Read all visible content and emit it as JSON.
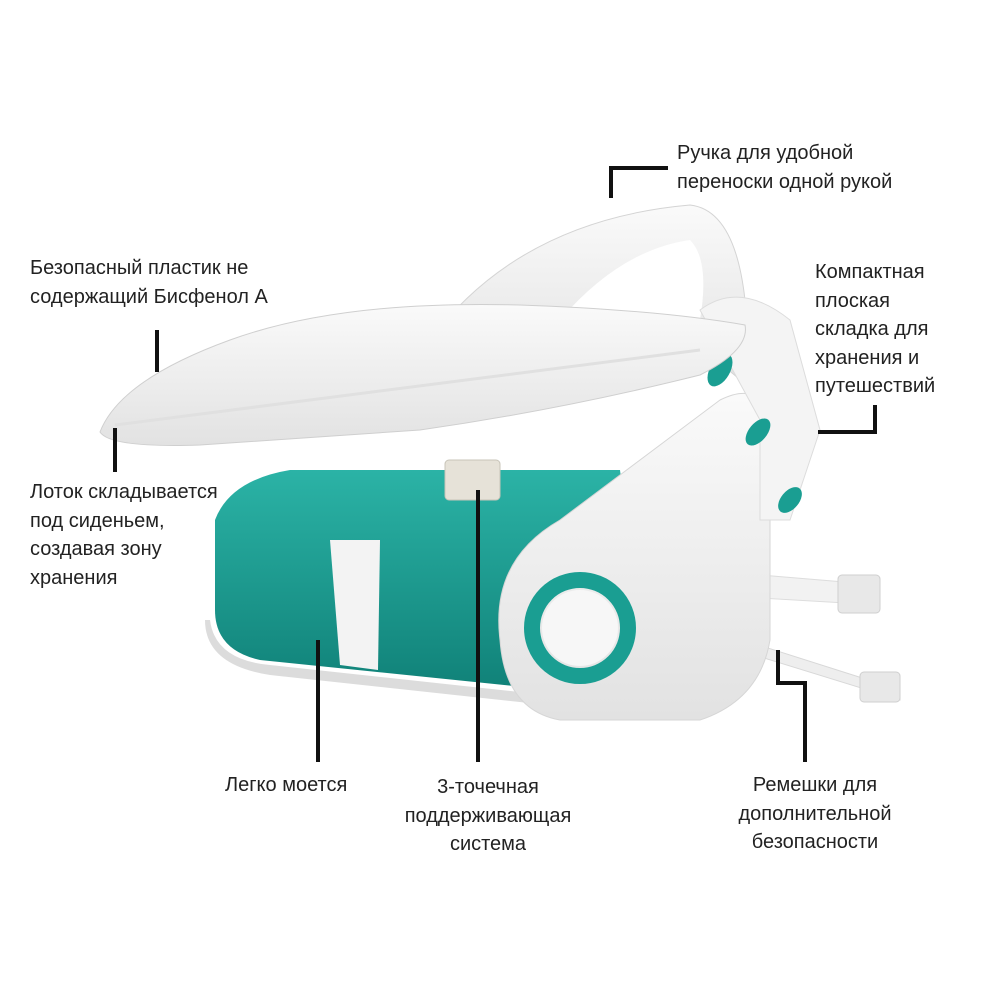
{
  "colors": {
    "teal": "#1a9e92",
    "teal_dark": "#0f7f76",
    "plastic": "#f1f1f1",
    "line": "#111111"
  },
  "callouts": {
    "handle": [
      "Ручка  для удобной",
      "переноски одной рукой"
    ],
    "plastic": [
      "Безопасный пластик не",
      "содержащий Бисфенол А"
    ],
    "tray": [
      "Лоток складывается",
      "под сиденьем,",
      "создавая зону",
      "хранения"
    ],
    "fold": [
      "Компактная",
      "плоская",
      "складка для",
      "хранения и",
      "путешествий"
    ],
    "wash": [
      "Легко моется"
    ],
    "harness": [
      "3-точечная",
      "поддерживающая",
      "система"
    ],
    "straps": [
      "Ремешки для",
      "дополнительной",
      "безопасности"
    ]
  }
}
